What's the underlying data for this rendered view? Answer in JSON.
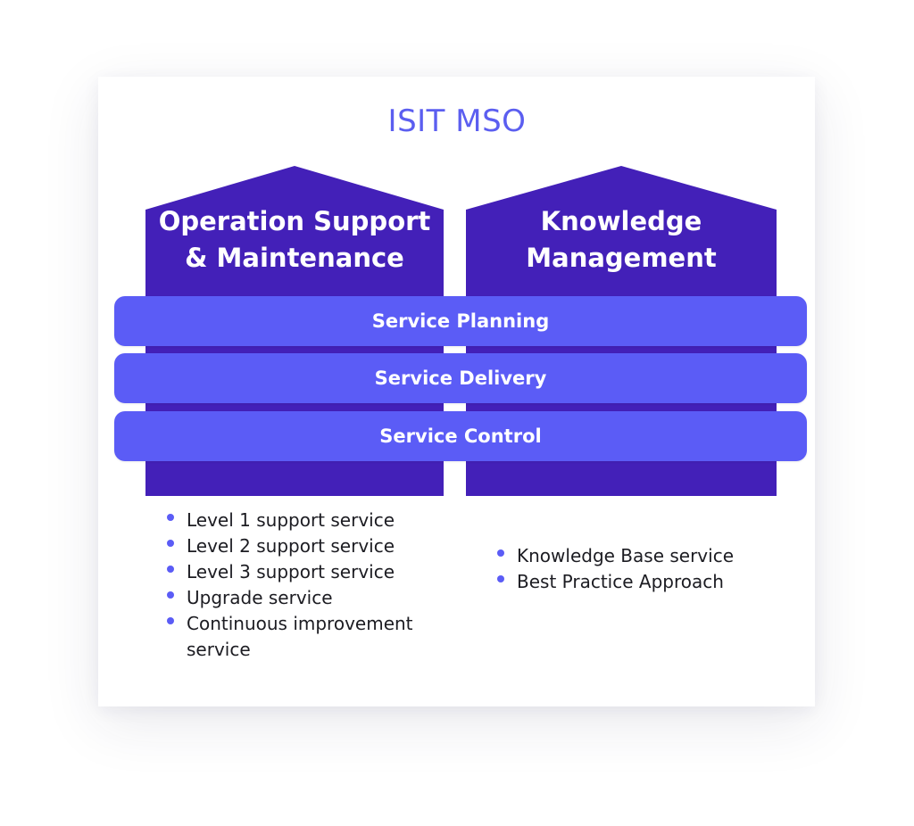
{
  "title": "ISIT MSO",
  "colors": {
    "pillar": "#4320b8",
    "band": "#5b5cf6",
    "title": "#5b5ef0",
    "bullet": "#5b5cf6"
  },
  "pillars": [
    {
      "label_line1": "Operation Support",
      "label_line2": "& Maintenance"
    },
    {
      "label_line1": "Knowledge",
      "label_line2": "Management"
    }
  ],
  "bands": [
    "Service Planning",
    "Service Delivery",
    "Service Control"
  ],
  "bullets_left": [
    "Level 1 support service",
    "Level 2 support service",
    "Level 3 support service",
    "Upgrade service",
    "Continuous improvement service"
  ],
  "bullets_right": [
    "Knowledge Base service",
    "Best Practice Approach"
  ]
}
